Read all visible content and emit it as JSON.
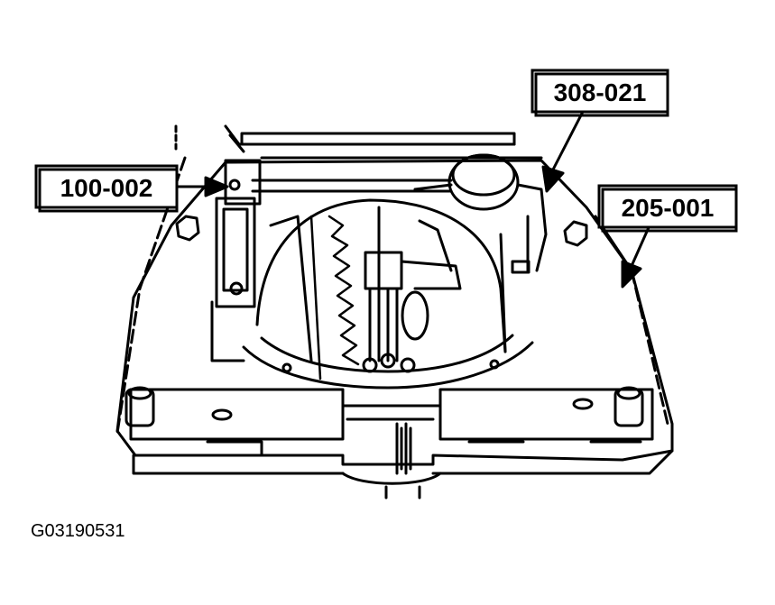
{
  "callouts": {
    "tool_a": "100-002",
    "tool_b": "308-021",
    "tool_c": "205-001"
  },
  "figure_id": "G03190531"
}
